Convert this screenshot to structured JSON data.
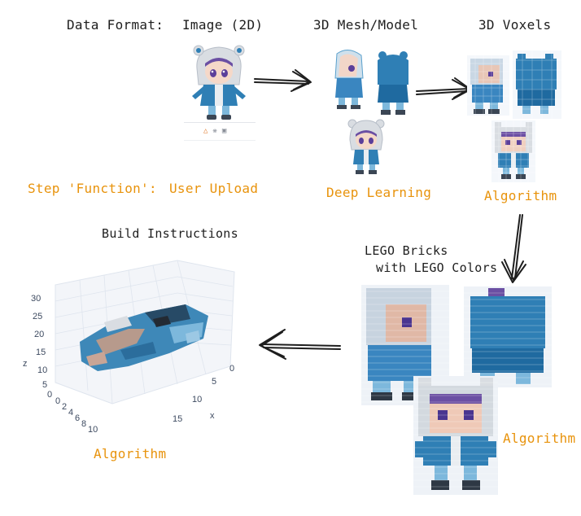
{
  "header": {
    "data_format_label": "Data Format:",
    "image_label": "Image (2D)",
    "mesh_label": "3D Mesh/Model",
    "voxels_label": "3D Voxels"
  },
  "steps": {
    "function_label": "Step 'Function':",
    "user_upload": "User Upload",
    "deep_learning": "Deep Learning",
    "algorithm_voxels": "Algorithm",
    "algorithm_lego": "Algorithm",
    "algorithm_build": "Algorithm"
  },
  "lego": {
    "line1": "LEGO Bricks",
    "line2": "with LEGO Colors"
  },
  "build": {
    "title": "Build Instructions",
    "z_ticks": [
      "30",
      "25",
      "20",
      "15",
      "10",
      "5",
      "0"
    ],
    "z_label": "z",
    "x_ticks": [
      "0",
      "5",
      "10",
      "15"
    ],
    "x_label": "x",
    "y_ticks": [
      "0",
      "2",
      "4",
      "6",
      "8",
      "10"
    ]
  },
  "toolbar": {
    "icons": [
      "cone-icon",
      "brain-icon",
      "image-icon"
    ]
  },
  "colors": {
    "accent_orange": "#e8930c",
    "ink": "#1e1e1e",
    "lego_blue": "#2f7fb5",
    "light_blue": "#7db8dc",
    "hood_white": "#d9dde2",
    "purple": "#6b4fa3"
  }
}
